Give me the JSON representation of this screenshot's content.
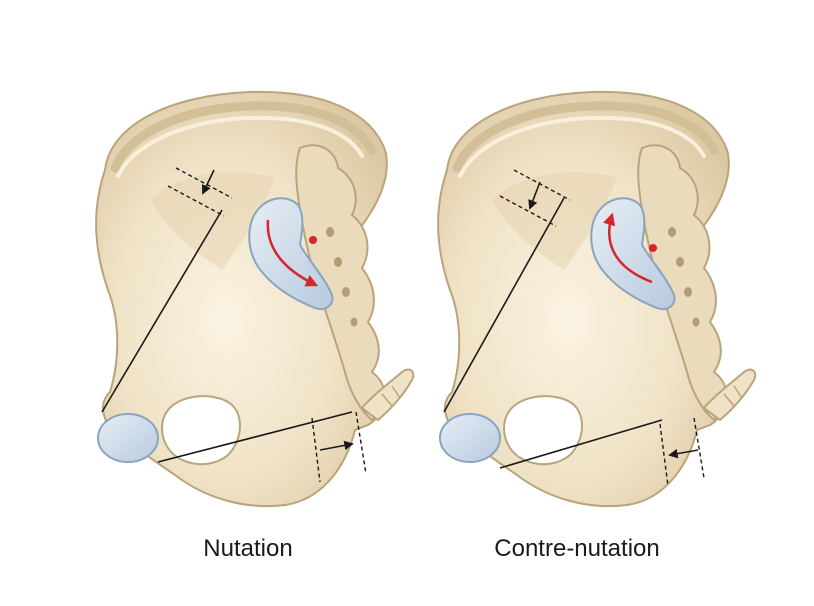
{
  "figures": [
    {
      "id": "nutation",
      "caption": "Nutation",
      "rotation": "clockwise-down"
    },
    {
      "id": "contre-nutation",
      "caption": "Contre-nutation",
      "rotation": "counterclockwise-up"
    }
  ],
  "colors": {
    "bone": "#efe2c6",
    "bone_shadow": "#d9c59e",
    "bone_outline": "#b9a47c",
    "joint_surface": "#c9d8e6",
    "joint_outline": "#8aa4bd",
    "rotation_arrow": "#d6262b",
    "lines": "#1a1a1a"
  }
}
